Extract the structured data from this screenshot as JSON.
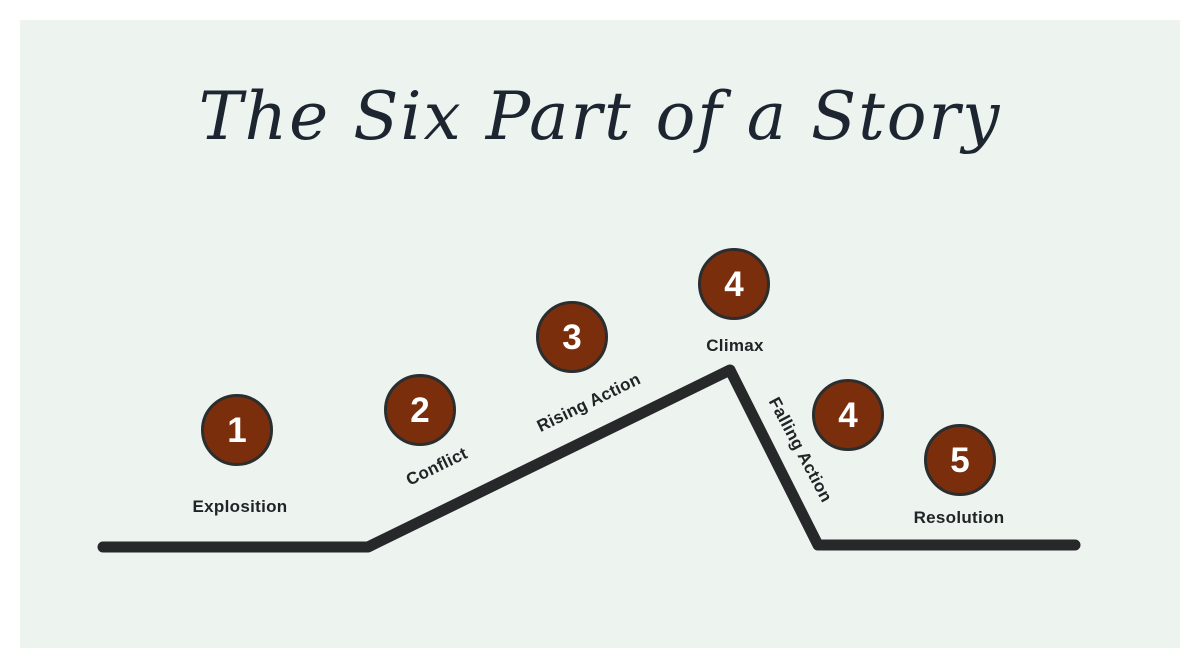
{
  "title": "The Six Part of a Story",
  "colors": {
    "background": "#ffffff",
    "panel": "#edf3ee",
    "plot_line": "#26282a",
    "node_fill": "#7b2e0c",
    "node_border": "#2b2d2e",
    "node_number_text": "#ffffff",
    "label_text": "#212426",
    "title_text": "#1d2531"
  },
  "diagram": {
    "plot_line_points": "103,547 368,547 730,370 818,545 1075,545",
    "nodes": [
      {
        "number": "1",
        "label": "Explosition"
      },
      {
        "number": "2",
        "label": "Conflict"
      },
      {
        "number": "3",
        "label": "Rising Action"
      },
      {
        "number": "4",
        "label": "Climax"
      },
      {
        "number": "4",
        "label": "Falling Action"
      },
      {
        "number": "5",
        "label": "Resolution"
      }
    ]
  }
}
